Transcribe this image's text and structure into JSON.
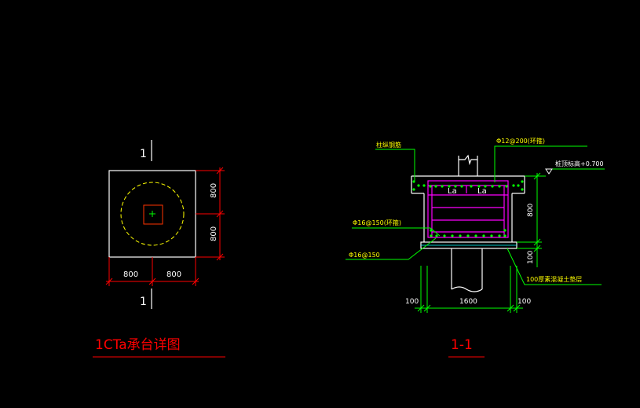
{
  "colors": {
    "background": "#000000",
    "outline": "#ffffff",
    "dimension": "#ff0000",
    "dimension_text": "#ffffff",
    "leader": "#00ff00",
    "callout_text": "#ffff00",
    "title_text": "#ff0000",
    "pile_circle": "#ffff00",
    "pile_square": "#ff3300",
    "center_mark": "#00ff00",
    "rebar": "#ff00ff",
    "rebar_dots": "#00ff00",
    "cushion": "#00ffff",
    "level_text": "#ffffff"
  },
  "plan": {
    "section_mark_top": "1",
    "section_mark_bottom": "1",
    "dim_horizontal": [
      "800",
      "800"
    ],
    "dim_vertical": [
      "800",
      "800"
    ],
    "title": "1CTa承台详图"
  },
  "section": {
    "title": "1-1",
    "callouts": {
      "column_rebar": "柱纵钢筋",
      "top_rebar": "Φ12@200(环箍)",
      "top_level": "桩顶标高+0.700",
      "side_rebar": "Φ16@150(环箍)",
      "bottom_rebar": "Φ16@150",
      "cushion": "100厚素混凝土垫层"
    },
    "anchor_labels": [
      "La",
      "La"
    ],
    "dim_vertical": [
      "800",
      "100"
    ],
    "dim_horizontal": [
      "100",
      "1600",
      "100"
    ]
  }
}
